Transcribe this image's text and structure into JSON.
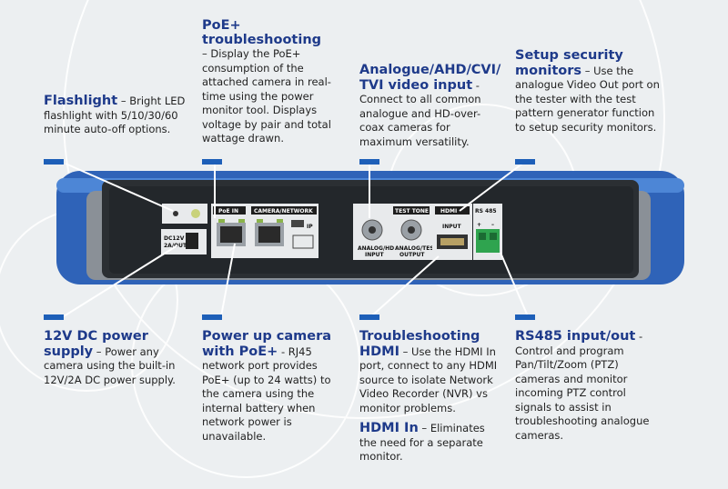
{
  "callouts": [
    {
      "id": "poe-troubleshooting",
      "heading": "PoE+ troubleshooting",
      "body": "– Display the PoE+ consumption of the attached camera in real-time using the power monitor tool. Displays voltage by pair and total wattage drawn."
    },
    {
      "id": "flashlight",
      "heading": "Flashlight",
      "body": "– Bright LED flashlight with 5/10/30/60 minute auto-off options."
    },
    {
      "id": "video-input",
      "heading": "Analogue/AHD/CVI/ TVI video input",
      "body": "- Connect to all common analogue and HD-over-coax cameras for maximum versatility."
    },
    {
      "id": "security-monitors",
      "heading": "Setup security monitors",
      "body": "– Use the analogue Video Out port on the tester with the test pattern generator function to setup security monitors."
    },
    {
      "id": "dc-power",
      "heading": "12V DC power supply",
      "body": "– Power any camera using the built-in 12V/2A DC power supply."
    },
    {
      "id": "power-up-camera",
      "heading": "Power up camera with PoE+",
      "body": "- RJ45 network port provides PoE+ (up to 24 watts) to the camera using the internal battery when network power is unavailable."
    },
    {
      "id": "troubleshooting-hdmi",
      "heading": "Troubleshooting HDMI",
      "body": "– Use the HDMI In port, connect to any HDMI source to isolate Network Video Recorder (NVR) vs monitor problems."
    },
    {
      "id": "hdmi-in",
      "heading": "HDMI In",
      "body": "– Eliminates the need for a separate monitor."
    },
    {
      "id": "rs485",
      "heading": "RS485 input/out",
      "body": "- Control and program Pan/Tilt/Zoom (PTZ) cameras and monitor incoming PTZ control signals to assist in troubleshooting analogue cameras."
    }
  ],
  "device_labels": {
    "poe_in": "PoE IN",
    "camera_network": "CAMERA/NETWORK",
    "ip": "IP",
    "dc": "DC12V",
    "dc2": "2A/OUT",
    "analog_input": "ANALOG/HD",
    "analog_input2": "INPUT",
    "test_tone": "TEST TONE",
    "analog_output": "ANALOG/TEST",
    "analog_output2": "OUTPUT",
    "hdmi_logo": "HDMI",
    "hdmi_input": "INPUT",
    "rs485": "RS 485",
    "plus": "+",
    "minus": "–"
  },
  "colors": {
    "heading": "#1e3a8a",
    "marker": "#1d5fb8",
    "bumper": "#3a6fc4",
    "body": "#2b2f33"
  }
}
